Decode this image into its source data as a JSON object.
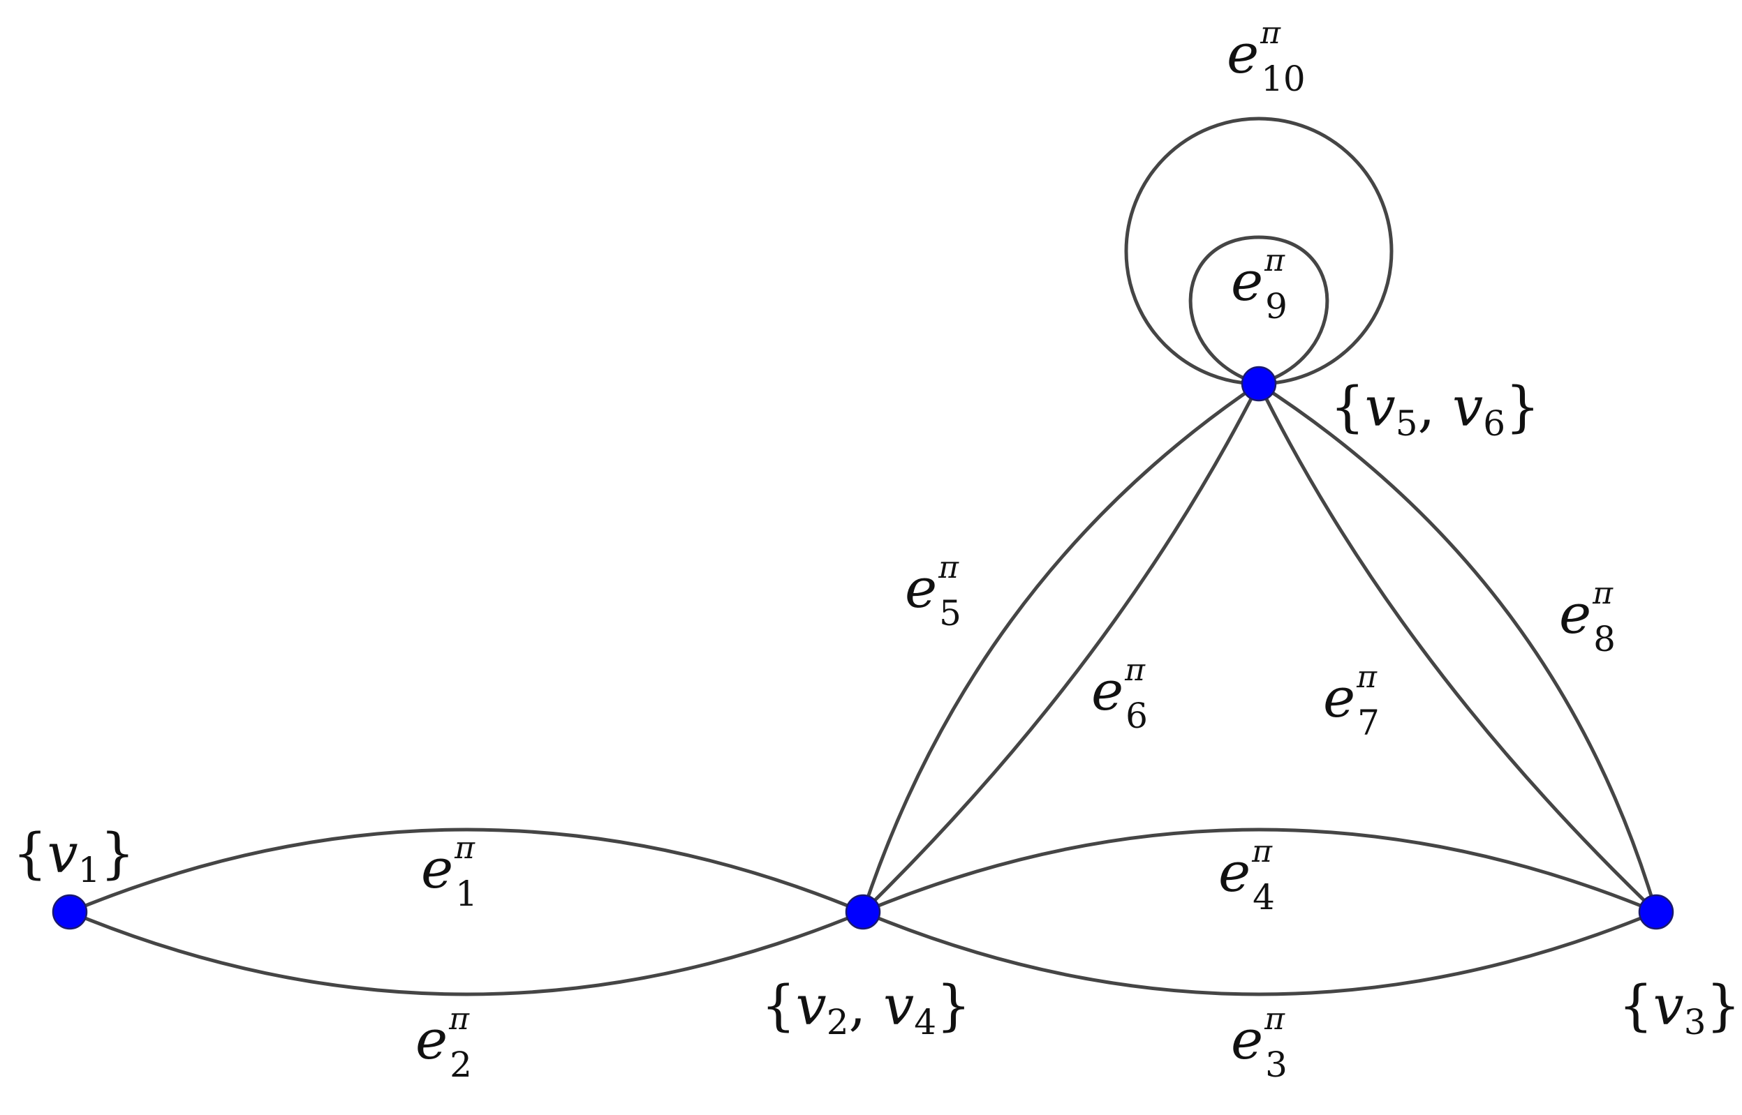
{
  "diagram": {
    "node_color": "#0000ff",
    "edge_color": "#454545",
    "vertices": [
      {
        "id": "n1",
        "label": "{v_1}",
        "parts": [
          {
            "var": "v",
            "sub": "1"
          }
        ]
      },
      {
        "id": "n24",
        "label": "{v_2, v_4}",
        "parts": [
          {
            "var": "v",
            "sub": "2"
          },
          {
            "var": "v",
            "sub": "4"
          }
        ]
      },
      {
        "id": "n3",
        "label": "{v_3}",
        "parts": [
          {
            "var": "v",
            "sub": "3"
          }
        ]
      },
      {
        "id": "n56",
        "label": "{v_5, v_6}",
        "parts": [
          {
            "var": "v",
            "sub": "5"
          },
          {
            "var": "v",
            "sub": "6"
          }
        ]
      }
    ],
    "edges": [
      {
        "id": "e1",
        "base": "e",
        "sub": "1",
        "sup": "π",
        "from": "n1",
        "to": "n24"
      },
      {
        "id": "e2",
        "base": "e",
        "sub": "2",
        "sup": "π",
        "from": "n1",
        "to": "n24"
      },
      {
        "id": "e3",
        "base": "e",
        "sub": "3",
        "sup": "π",
        "from": "n24",
        "to": "n3"
      },
      {
        "id": "e4",
        "base": "e",
        "sub": "4",
        "sup": "π",
        "from": "n24",
        "to": "n3"
      },
      {
        "id": "e5",
        "base": "e",
        "sub": "5",
        "sup": "π",
        "from": "n24",
        "to": "n56"
      },
      {
        "id": "e6",
        "base": "e",
        "sub": "6",
        "sup": "π",
        "from": "n24",
        "to": "n56"
      },
      {
        "id": "e7",
        "base": "e",
        "sub": "7",
        "sup": "π",
        "from": "n3",
        "to": "n56"
      },
      {
        "id": "e8",
        "base": "e",
        "sub": "8",
        "sup": "π",
        "from": "n3",
        "to": "n56"
      },
      {
        "id": "e9",
        "base": "e",
        "sub": "9",
        "sup": "π",
        "from": "n56",
        "to": "n56"
      },
      {
        "id": "e10",
        "base": "e",
        "sub": "10",
        "sup": "π",
        "from": "n56",
        "to": "n56"
      }
    ]
  }
}
